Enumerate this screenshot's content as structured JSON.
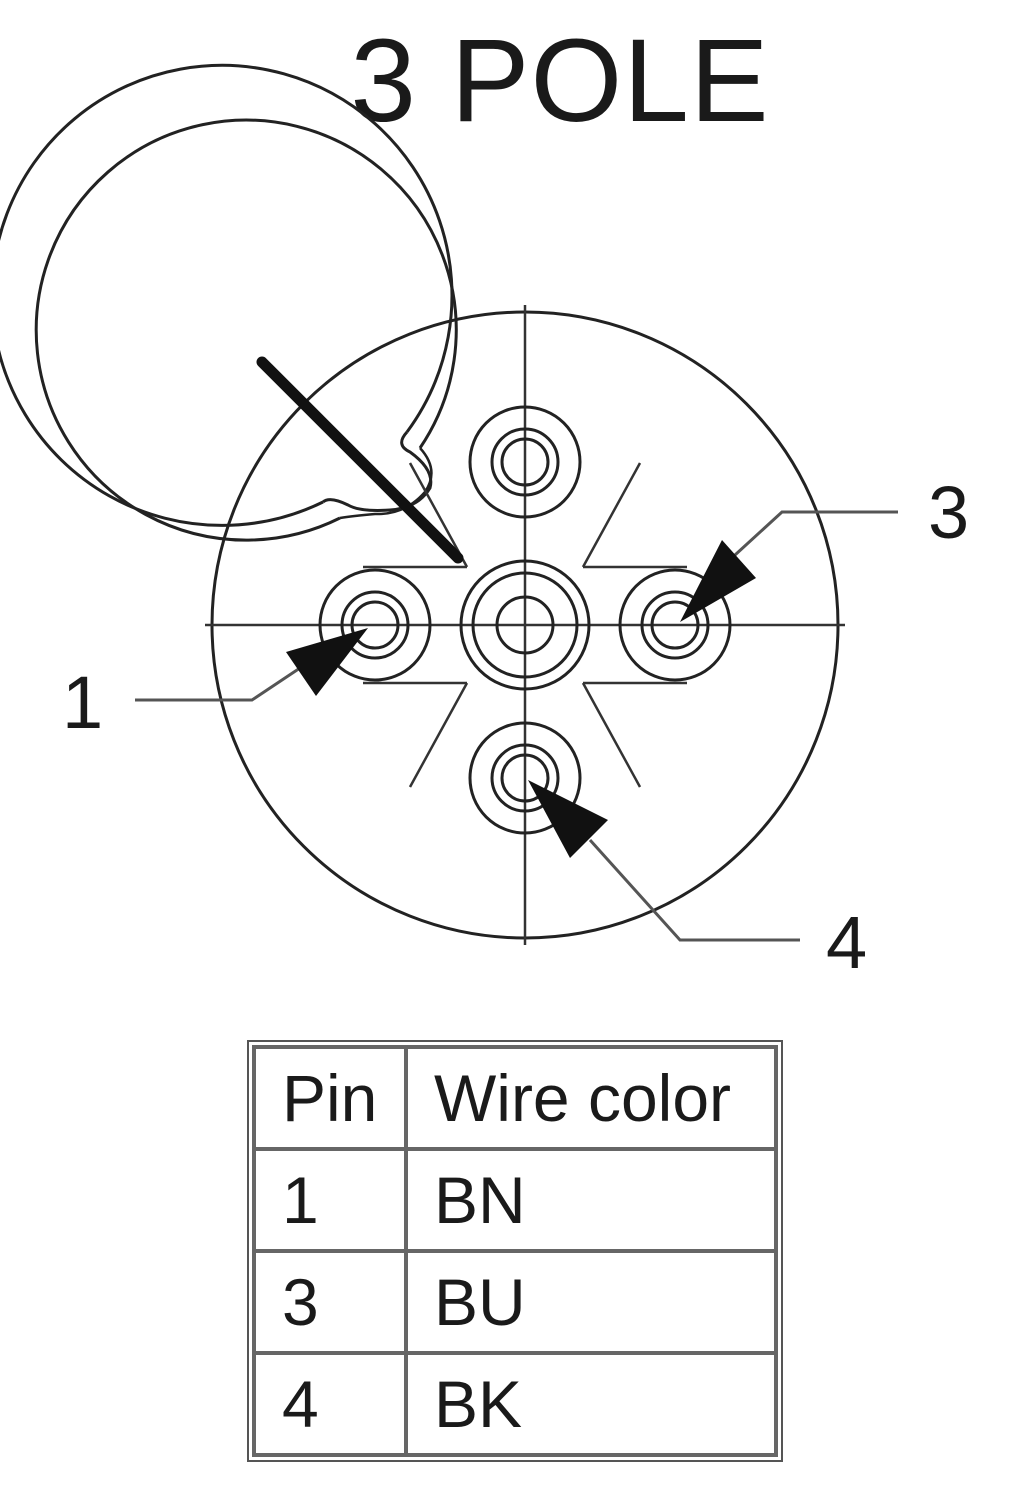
{
  "title": "3 POLE",
  "pin_labels": {
    "pin1": "1",
    "pin3": "3",
    "pin4": "4"
  },
  "table": {
    "headers": [
      "Pin",
      "Wire color"
    ],
    "rows": [
      {
        "pin": "1",
        "color": "BN"
      },
      {
        "pin": "3",
        "color": "BU"
      },
      {
        "pin": "4",
        "color": "BK"
      }
    ]
  }
}
